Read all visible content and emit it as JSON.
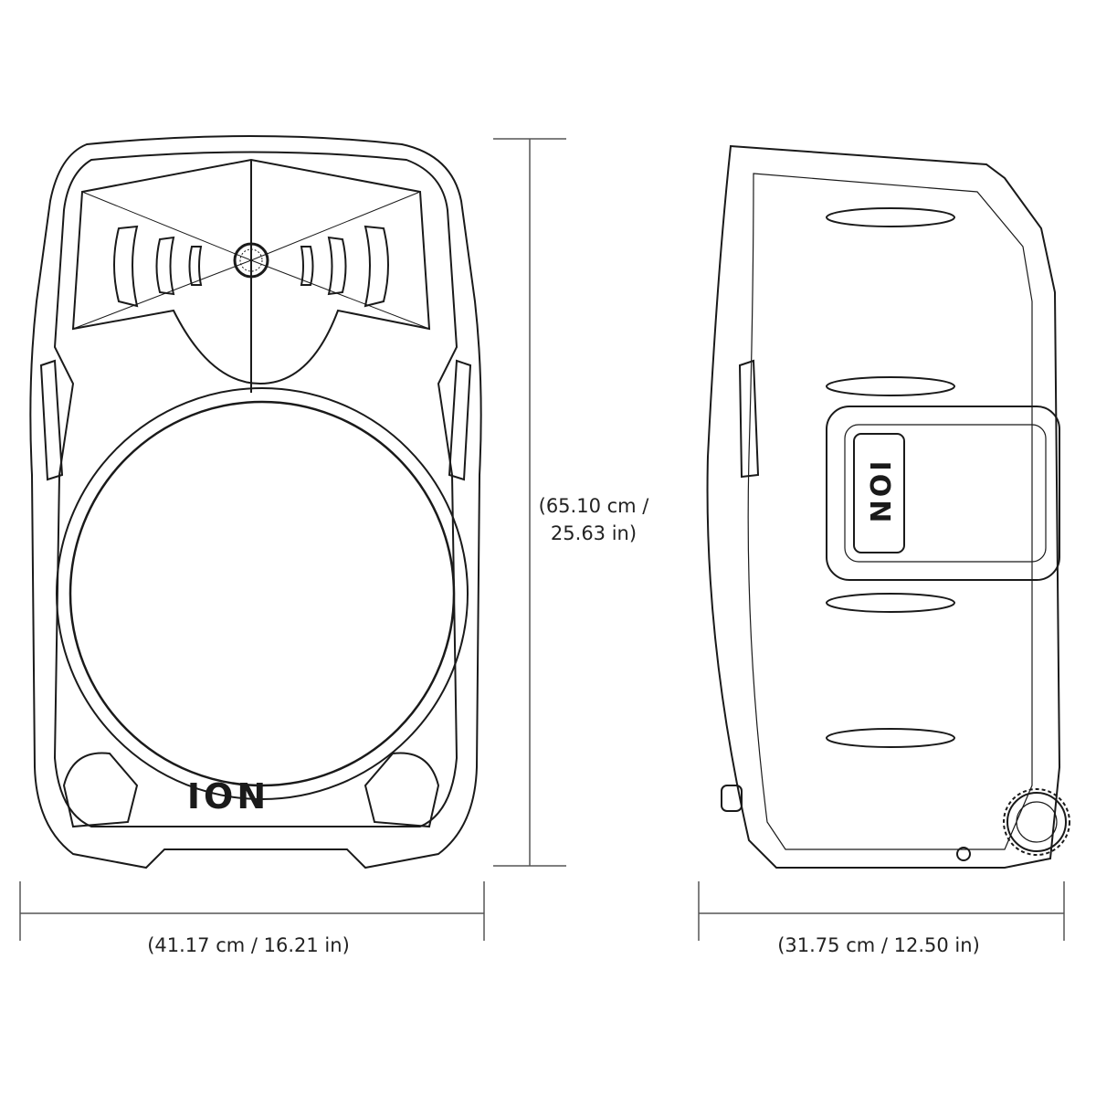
{
  "dimensions": {
    "height_line1": "(65.10 cm /",
    "height_line2": "25.63 in)",
    "front_width": "(41.17 cm / 16.21 in)",
    "side_depth": "(31.75 cm / 12.50 in)"
  },
  "branding": {
    "front_logo": "ION",
    "side_logo": "ION"
  },
  "colors": {
    "line": "#1a1a1a",
    "dimension_line": "#555555",
    "background": "#ffffff"
  }
}
